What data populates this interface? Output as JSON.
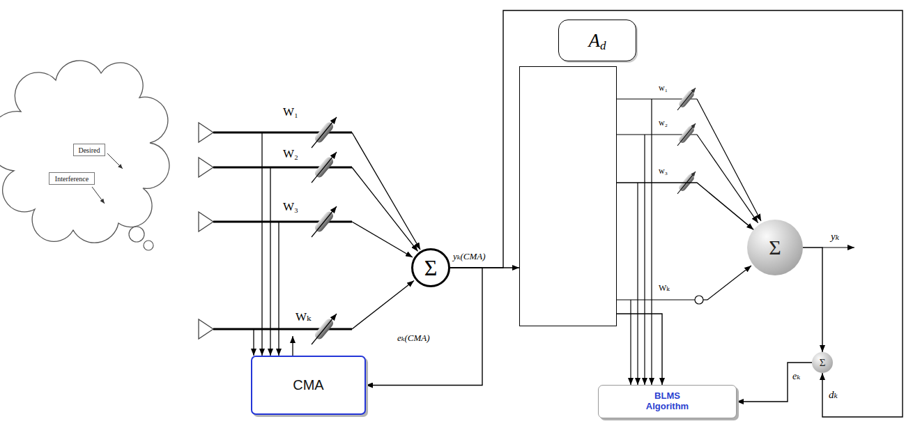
{
  "diagram": {
    "nodes": [
      {
        "text": [
          "Desired"
        ]
      },
      {
        "text": [
          "Interference"
        ]
      },
      {
        "text": [
          "Σ"
        ]
      },
      {
        "text": [
          "CMA"
        ]
      },
      {
        "text": [
          "A",
          "d"
        ]
      },
      {
        "text": [
          "Σ"
        ]
      },
      {
        "text": [
          "BLMS Algorithm"
        ]
      },
      {
        "text": [
          "Σ"
        ]
      }
    ],
    "edges": [
      {
        "from": 2,
        "to": 4,
        "arrow": "to",
        "label": "yₖ(CMA)"
      },
      {
        "from": 2,
        "to": 3,
        "arrow": "to",
        "label": "eₖ(CMA)"
      },
      {
        "from": 4,
        "to": 5,
        "arrow": "to"
      },
      {
        "from": 4,
        "to": 6,
        "arrow": "to"
      },
      {
        "from": 5,
        "to": 7,
        "arrow": "to"
      },
      {
        "from": 7,
        "to": 6,
        "arrow": "to",
        "label": "eₖ"
      },
      {
        "from": 2,
        "to": 7,
        "arrow": "to"
      }
    ],
    "labels": [
      "W₁",
      "W₂",
      "W₃",
      "Wₖ",
      "w₁",
      "w₂",
      "w₃",
      "Wₖ",
      "yₖ",
      "dₖ"
    ]
  }
}
